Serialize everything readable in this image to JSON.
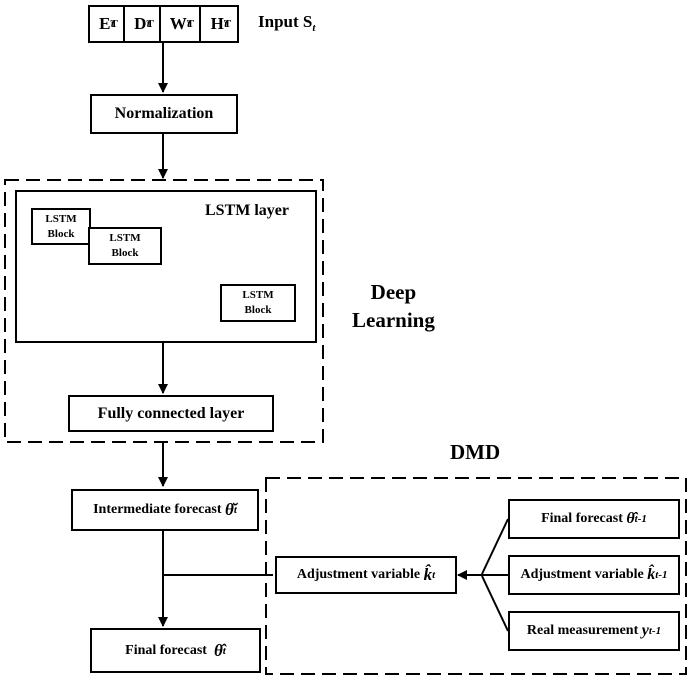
{
  "input": {
    "cells": [
      {
        "letter": "E",
        "sup": "T",
        "sub": "t"
      },
      {
        "letter": "D",
        "sup": "T",
        "sub": "t"
      },
      {
        "letter": "W",
        "sup": "T",
        "sub": "t"
      },
      {
        "letter": "H",
        "sup": "T",
        "sub": "t"
      }
    ],
    "label": "Input S",
    "label_sub": "t"
  },
  "normalization": "Normalization",
  "lstm": {
    "layer_label": "LSTM layer",
    "block_line1": "LSTM",
    "block_line2": "Block"
  },
  "fully_connected": "Fully connected layer",
  "deep_learning": {
    "line1": "Deep",
    "line2": "Learning"
  },
  "dmd": "DMD",
  "intermediate": {
    "text": "Intermediate forecast",
    "symbol": "θ̆",
    "sub": "t"
  },
  "final": {
    "text": "Final forecast",
    "symbol": "θ̂",
    "sub": "t"
  },
  "adjustment": {
    "text": "Adjustment variable",
    "symbol": "k̂",
    "sub": "t"
  },
  "prev_final": {
    "text": "Final forecast",
    "symbol": "θ̂",
    "sub": "t-1"
  },
  "prev_adjustment": {
    "text": "Adjustment variable",
    "symbol": "k̂",
    "sub": "t-1"
  },
  "real_measurement": {
    "text": "Real measurement",
    "symbol": "y",
    "sub": "t-1"
  }
}
